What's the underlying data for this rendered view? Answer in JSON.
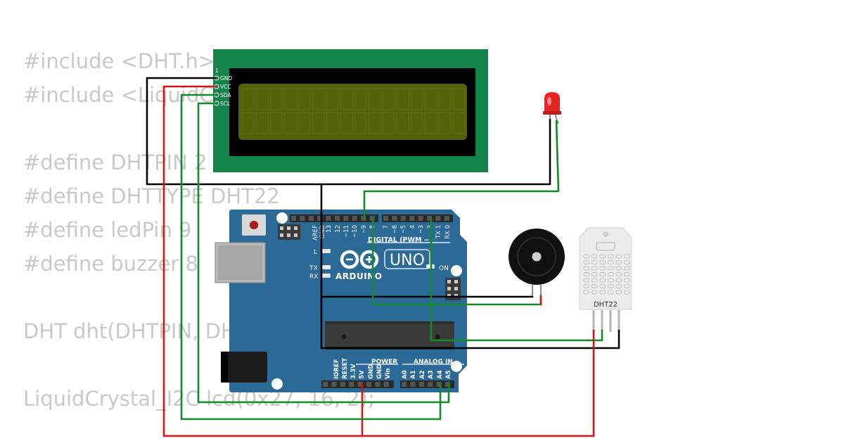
{
  "code_lines": [
    "#include <DHT.h>",
    "#include <LiquidCrystal_I2C.h>",
    "",
    "#define DHTPIN 2",
    "#define DHTTYPE DHT22",
    "#define ledPin 9",
    "#define buzzer 8",
    "",
    "DHT dht(DHTPIN, DHTTYPE);",
    "",
    "LiquidCrystal_I2C lcd(0x27, 16, 2);"
  ],
  "lcd": {
    "pin_labels": [
      "GND",
      "VCC",
      "SDA",
      "SCL"
    ],
    "pin_one": "1",
    "color_board": "#14854a",
    "color_screen": "#54620a"
  },
  "arduino": {
    "logo_text": "ARDUINO",
    "model": "UNO",
    "digital_header": "DIGITAL (PWM ~)",
    "digital_pins": [
      "AREF",
      "GND",
      "13",
      "12",
      "~11",
      "~10",
      "~9",
      "8",
      "7",
      "~6",
      "~5",
      "4",
      "~3",
      "2",
      "TX 1",
      "RX 0"
    ],
    "power_header": "POWER",
    "power_pins": [
      "IOREF",
      "RESET",
      "3.3V",
      "5V",
      "GND",
      "GND",
      "Vin"
    ],
    "analog_header": "ANALOG IN",
    "analog_pins": [
      "A0",
      "A1",
      "A2",
      "A3",
      "A4",
      "A5"
    ],
    "led_labels": [
      "L",
      "TX",
      "RX"
    ],
    "on_label": "ON",
    "color_board": "#2b6a97"
  },
  "dht": {
    "label": "DHT22"
  },
  "wire_colors": {
    "black": "#000000",
    "red": "#d11414",
    "green": "#138a25"
  }
}
